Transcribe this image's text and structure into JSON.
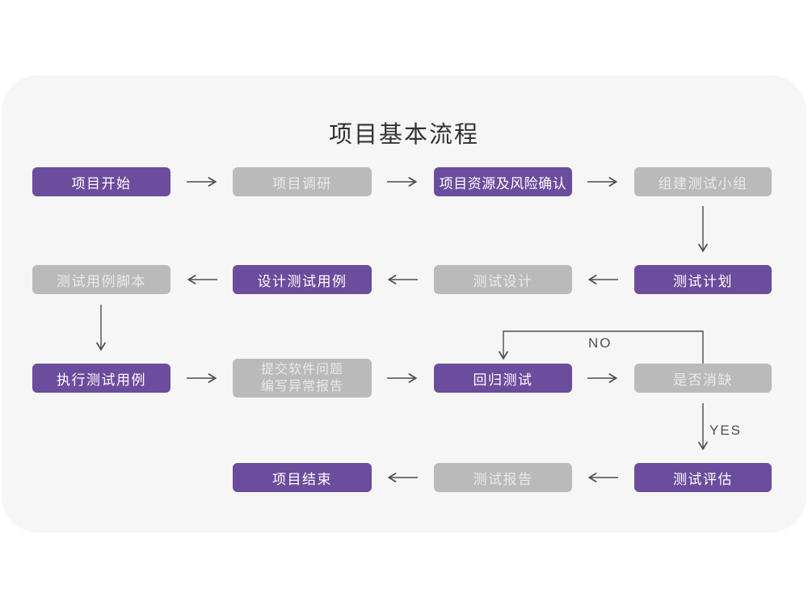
{
  "title": "项目基本流程",
  "decision_labels": {
    "no": "NO",
    "yes": "YES"
  },
  "colors": {
    "node_purple": "#6b4c9d",
    "node_gray": "#bababa",
    "purple_text": "#ffffff",
    "gray_text": "#e9e9e9",
    "card_background": "#f6f6f6",
    "page_background": "#ffffff",
    "arrow": "#4d4d4d",
    "title_text": "#333333"
  },
  "nodes": [
    {
      "label": "项目开始",
      "style": "purple"
    },
    {
      "label": "项目调研",
      "style": "gray"
    },
    {
      "label": "项目资源及风险确认",
      "style": "purple"
    },
    {
      "label": "组建测试小组",
      "style": "gray"
    },
    {
      "label": "测试用例脚本",
      "style": "gray"
    },
    {
      "label": "设计测试用例",
      "style": "purple"
    },
    {
      "label": "测试设计",
      "style": "gray"
    },
    {
      "label": "测试计划",
      "style": "purple"
    },
    {
      "label": "执行测试用例",
      "style": "purple"
    },
    {
      "label": "提交软件问题\n编写异常报告",
      "style": "gray"
    },
    {
      "label": "回归测试",
      "style": "purple"
    },
    {
      "label": "是否消缺",
      "style": "gray"
    },
    {
      "label": "项目结束",
      "style": "purple"
    },
    {
      "label": "测试报告",
      "style": "gray"
    },
    {
      "label": "测试评估",
      "style": "purple"
    }
  ],
  "edges": [
    {
      "from": "项目开始",
      "to": "项目调研"
    },
    {
      "from": "项目调研",
      "to": "项目资源及风险确认"
    },
    {
      "from": "项目资源及风险确认",
      "to": "组建测试小组"
    },
    {
      "from": "组建测试小组",
      "to": "测试计划"
    },
    {
      "from": "测试计划",
      "to": "测试设计"
    },
    {
      "from": "测试设计",
      "to": "设计测试用例"
    },
    {
      "from": "设计测试用例",
      "to": "测试用例脚本"
    },
    {
      "from": "测试用例脚本",
      "to": "执行测试用例"
    },
    {
      "from": "执行测试用例",
      "to": "提交软件问题 编写异常报告"
    },
    {
      "from": "提交软件问题 编写异常报告",
      "to": "回归测试"
    },
    {
      "from": "回归测试",
      "to": "是否消缺"
    },
    {
      "from": "是否消缺",
      "to": "回归测试",
      "label": "NO"
    },
    {
      "from": "是否消缺",
      "to": "测试评估",
      "label": "YES"
    },
    {
      "from": "测试评估",
      "to": "测试报告"
    },
    {
      "from": "测试报告",
      "to": "项目结束"
    }
  ]
}
